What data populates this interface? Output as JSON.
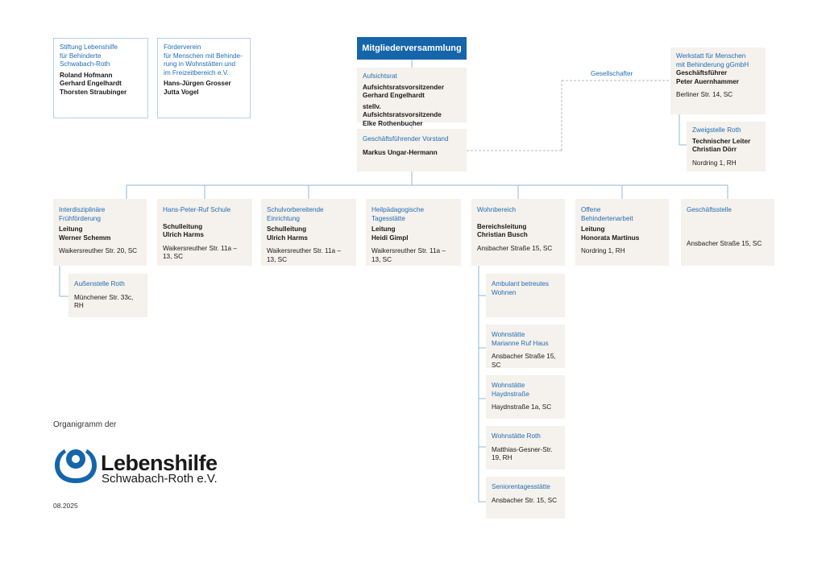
{
  "stiftung": {
    "title": "Stiftung Lebenshilfe",
    "subtitle": [
      "für Behinderte",
      "Schwabach-Roth"
    ],
    "names": [
      "Roland Hofmann",
      "Gerhard Engelhardt",
      "Thorsten Straubinger"
    ]
  },
  "foerderverein": {
    "title": "Förderverein",
    "subtitle": [
      "für Menschen mit Behinde-",
      "rung in Wohnstätten und",
      "im Freizeitbereich e.V."
    ],
    "names": [
      "Hans-Jürgen Grosser",
      "Jutta Vogel"
    ]
  },
  "mitgliederversammlung": "Mitgliederversammlung",
  "aufsichtsrat": {
    "title": "Aufsichtsrat",
    "lines": [
      "Aufsichtsratsvorsitzender",
      "Gerhard Engelhardt"
    ],
    "lines2": [
      "stellv. Aufsichtsratsvorsitzende",
      "Elke Rothenbucher"
    ]
  },
  "vorstand": {
    "title": "Geschäftsführender Vorstand",
    "name": "Markus Ungar-Hermann"
  },
  "gesellschafter": "Gesellschafter",
  "werkstatt": {
    "title": [
      "Werkstatt für Menschen",
      "mit Behinderung gGmbH"
    ],
    "lines": [
      "Geschäftsführer",
      "Peter Auernhammer"
    ],
    "address": "Berliner Str. 14, SC"
  },
  "zweigstelle": {
    "title": "Zweigstelle Roth",
    "lines": [
      "Technischer Leiter",
      "Christian Dörr"
    ],
    "address": "Nordring 1, RH"
  },
  "units": [
    {
      "title": [
        "Interdisziplinäre",
        "Frühförderung"
      ],
      "lines": [
        "Leitung",
        "Werner Schemm"
      ],
      "address": "Waikersreuther Str. 20, SC"
    },
    {
      "title": [
        "Hans-Peter-Ruf Schule"
      ],
      "lines": [
        "Schulleitung",
        "Ulrich Harms"
      ],
      "address": "Waikersreuther Str. 11a – 13, SC"
    },
    {
      "title": [
        "Schulvorbereitende",
        "Einrichtung"
      ],
      "lines": [
        "Schulleitung",
        "Ulrich Harms"
      ],
      "address": "Waikersreuther Str. 11a – 13, SC"
    },
    {
      "title": [
        "Heilpädagogische",
        "Tagesstätte"
      ],
      "lines": [
        "Leitung",
        "Heidi Gimpl"
      ],
      "address": "Waikersreuther Str. 11a – 13, SC"
    },
    {
      "title": [
        "Wohnbereich"
      ],
      "lines": [
        "Bereichsleitung",
        "Christian Busch"
      ],
      "address": "Ansbacher Straße 15, SC"
    },
    {
      "title": [
        "Offene",
        "Behindertenarbeit"
      ],
      "lines": [
        "Leitung",
        "Honorata Martinus"
      ],
      "address": "Nordring 1, RH"
    },
    {
      "title": [
        "Geschäftsstelle"
      ],
      "lines": [],
      "address": "Ansbacher Straße 15, SC"
    }
  ],
  "aussenstelle": {
    "title": "Außenstelle Roth",
    "address": "Münchener Str. 33c, RH"
  },
  "wohn": [
    {
      "title": [
        "Ambulant betreutes",
        "Wohnen"
      ],
      "address": ""
    },
    {
      "title": [
        "Wohnstätte",
        "Marianne Ruf Haus"
      ],
      "address": "Ansbacher Straße 15, SC"
    },
    {
      "title": [
        "Wohnstätte",
        "Haydnstraße"
      ],
      "address": "Haydnstraße 1a, SC"
    },
    {
      "title": [
        "Wohnstätte Roth"
      ],
      "address": "Matthias-Gesner-Str. 19, RH"
    },
    {
      "title": [
        "Seniorentagesstätte"
      ],
      "address": "Ansbacher Str. 15, SC"
    }
  ],
  "footer": {
    "caption": "Organigramm der",
    "logo_line1": "Lebenshilfe",
    "logo_line2": "Schwabach-Roth e.V.",
    "date": "08.2025"
  },
  "colors": {
    "accent": "#1565ab",
    "box_bg": "#f5f1ec",
    "line": "#8fb8dc"
  }
}
